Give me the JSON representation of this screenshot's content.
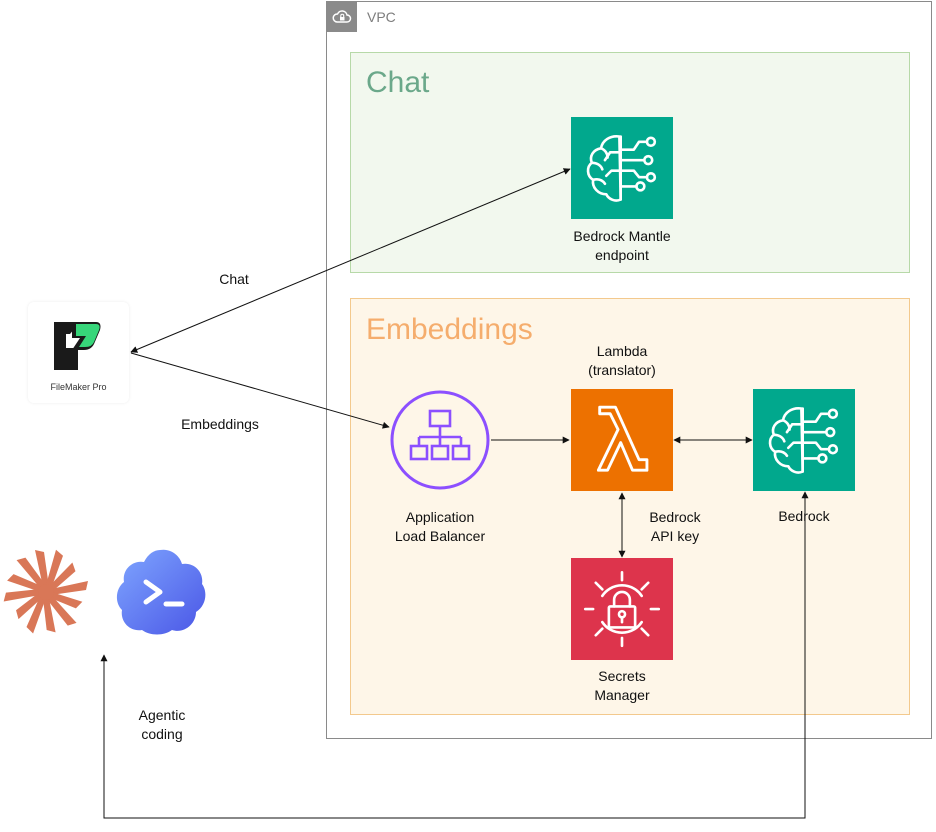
{
  "vpc": {
    "label": "VPC",
    "icon": "cloud-lock-icon"
  },
  "groups": {
    "chat": {
      "title": "Chat"
    },
    "embeddings": {
      "title": "Embeddings"
    }
  },
  "nodes": {
    "bedrock_mantle": {
      "label": "Bedrock Mantle\nendpoint",
      "icon": "bedrock-brain-icon",
      "color": "#01a88d"
    },
    "lambda": {
      "label": "Lambda\n(translator)",
      "icon": "lambda-icon",
      "color": "#ed7100"
    },
    "bedrock": {
      "label": "Bedrock",
      "icon": "bedrock-brain-icon",
      "color": "#01a88d"
    },
    "alb": {
      "label": "Application\nLoad Balancer",
      "icon": "load-balancer-icon",
      "color": "#8c4fff"
    },
    "secrets": {
      "label": "Secrets\nManager",
      "icon": "secrets-lock-icon",
      "color": "#dd344c"
    },
    "filemaker": {
      "label": "FileMaker Pro",
      "icon": "filemaker-logo-icon"
    },
    "claude": {
      "icon": "claude-starburst-icon",
      "color": "#d97757"
    },
    "terminal_cloud": {
      "icon": "terminal-cloud-icon",
      "color": "#5b73f0"
    }
  },
  "edges": {
    "chat": "Chat",
    "embeddings": "Embeddings",
    "bedrock_api_key": "Bedrock\nAPI key",
    "agentic_coding": "Agentic\ncoding"
  }
}
